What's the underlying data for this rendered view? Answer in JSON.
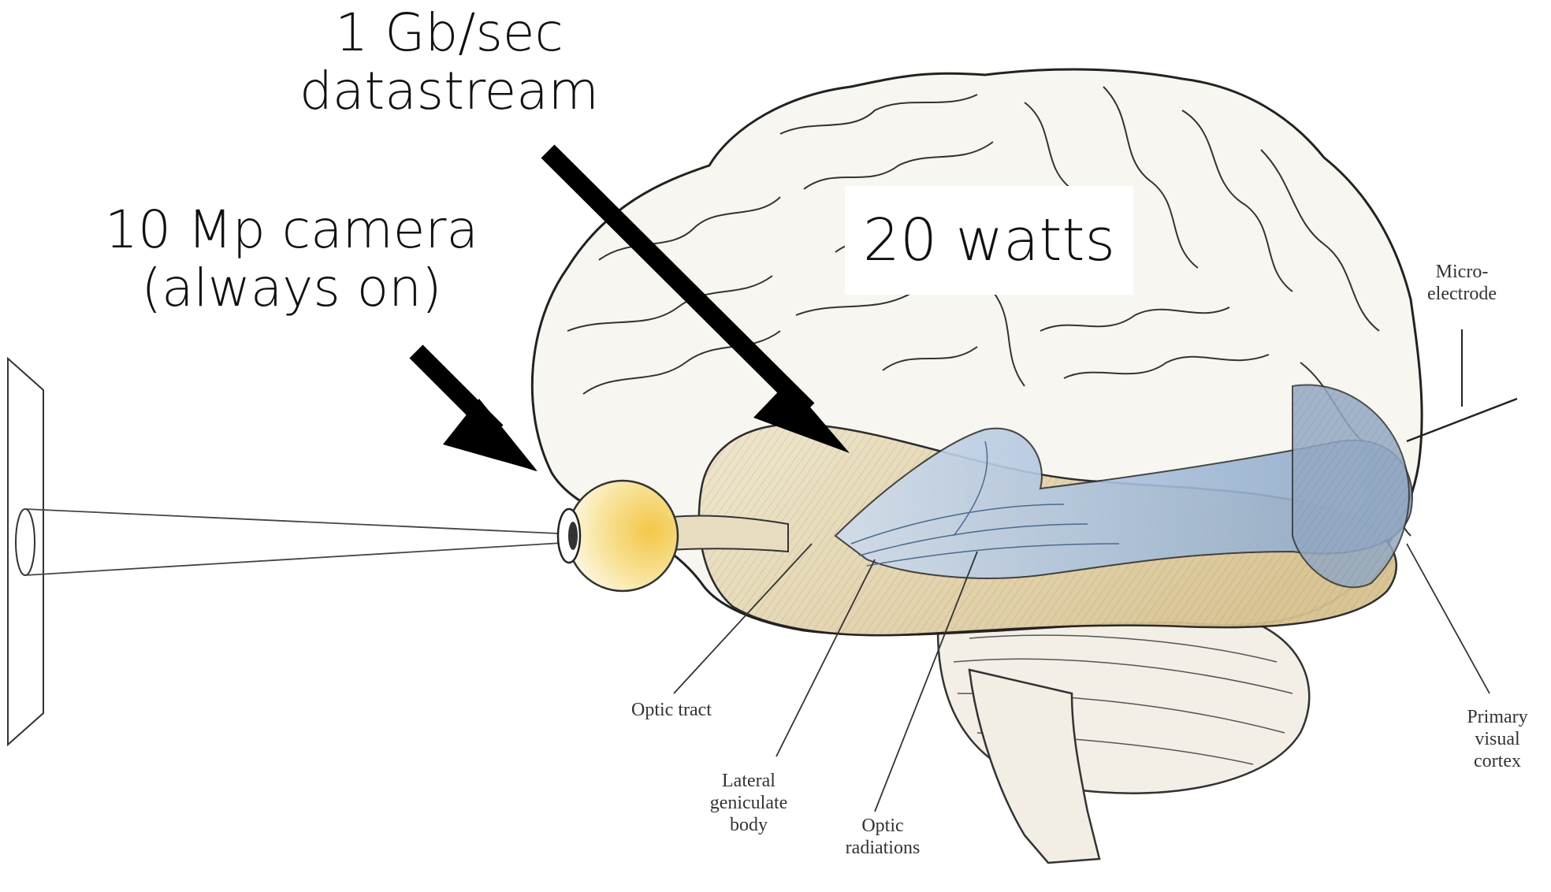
{
  "callouts": {
    "camera": [
      "10 Mp camera",
      "(always on)"
    ],
    "datastream": [
      "1 Gb/sec",
      "datastream"
    ],
    "power": "20 watts"
  },
  "labels": {
    "microelectrode": [
      "Micro-",
      "electrode"
    ],
    "optic_tract": "Optic tract",
    "lgn": [
      "Lateral",
      "geniculate",
      "body"
    ],
    "optic_radiations": [
      "Optic",
      "radiations"
    ],
    "visual_cortex": [
      "Primary",
      "visual",
      "cortex"
    ]
  },
  "colors": {
    "arrow": "#000000",
    "eye_fill": "#f6d66a",
    "cortex_tint": "#9fb7d3",
    "brain_base": "#f4efe3",
    "lobe_tint": "#d7c49a"
  }
}
